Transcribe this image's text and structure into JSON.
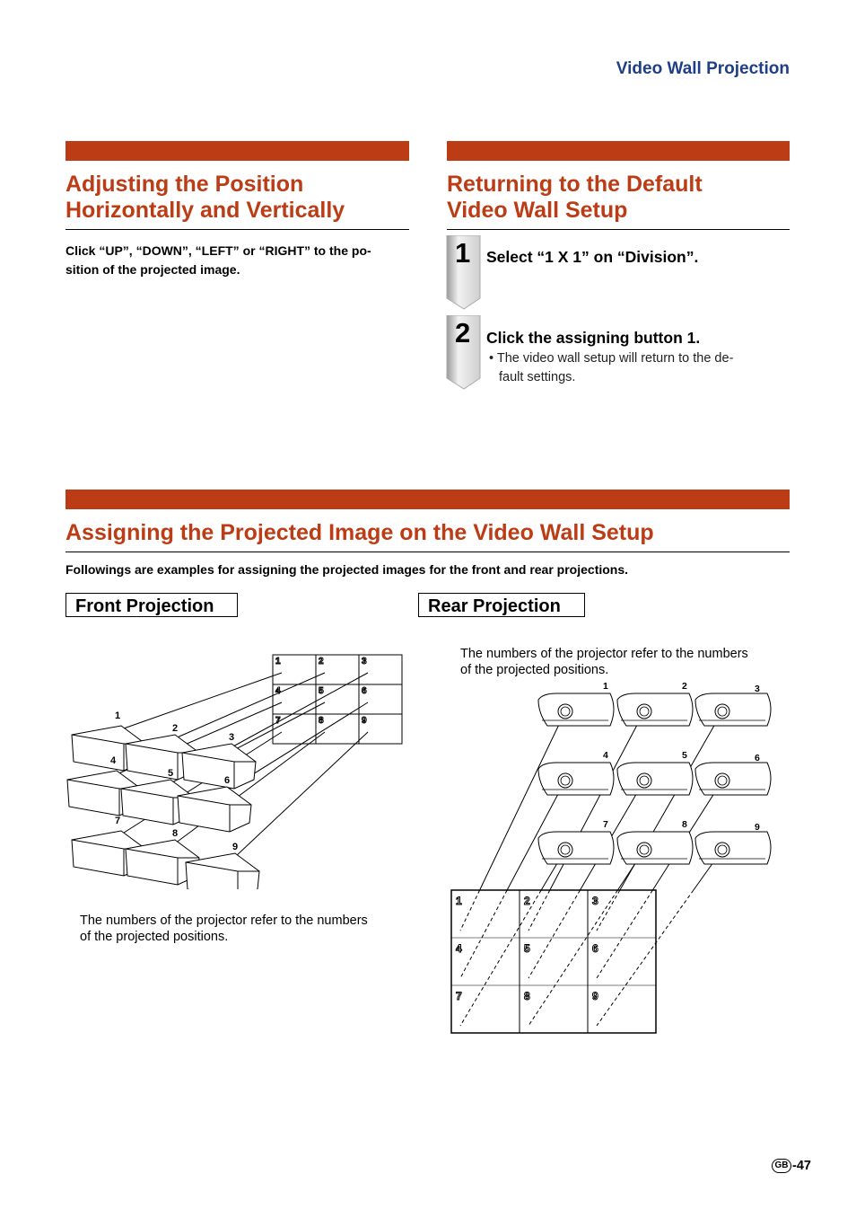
{
  "header": {
    "title": "Video Wall Projection"
  },
  "section_adjust": {
    "title_line1": "Adjusting the Position",
    "title_line2": "Horizontally and Vertically",
    "body_line1": "Click “UP”, “DOWN”, “LEFT” or “RIGHT” to the po-",
    "body_line2": "sition of the projected image."
  },
  "section_default": {
    "title_line1": "Returning to the Default",
    "title_line2": "Video Wall Setup",
    "steps": [
      {
        "num": "1",
        "title": "Select “1 X 1” on “Division”."
      },
      {
        "num": "2",
        "title": "Click the assigning button 1.",
        "note_line1": "• The video wall setup will return to the de-",
        "note_line2": "fault settings."
      }
    ]
  },
  "section_assign": {
    "title": "Assigning the Projected Image on the Video Wall Setup",
    "intro": "Followings are examples for assigning the projected images for the front and rear projections.",
    "front": {
      "label": "Front Projection",
      "caption_line1": "The numbers of the projector refer to the numbers",
      "caption_line2": "of the projected positions.",
      "grid_numbers": [
        "1",
        "2",
        "3",
        "4",
        "5",
        "6",
        "7",
        "8",
        "9"
      ],
      "projector_numbers": [
        "1",
        "2",
        "3",
        "4",
        "5",
        "6",
        "7",
        "8",
        "9"
      ]
    },
    "rear": {
      "label": "Rear Projection",
      "caption_line1": "The numbers of the projector refer to the numbers",
      "caption_line2": "of the projected positions.",
      "grid_numbers": [
        "1",
        "2",
        "3",
        "4",
        "5",
        "6",
        "7",
        "8",
        "9"
      ],
      "projector_numbers": [
        "1",
        "2",
        "3",
        "4",
        "5",
        "6",
        "7",
        "8",
        "9"
      ]
    }
  },
  "footer": {
    "region_badge": "GB",
    "page": "-47"
  },
  "colors": {
    "accent": "#bc3c15",
    "header_blue": "#1f3e86"
  }
}
